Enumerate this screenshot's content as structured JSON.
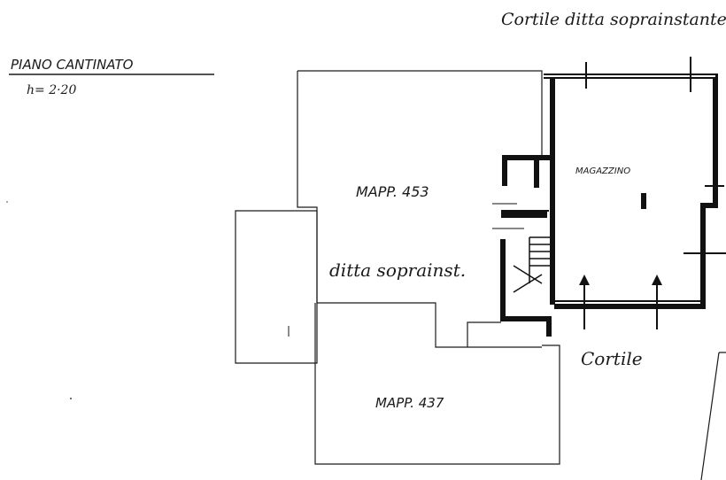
{
  "drawing": {
    "heading": "PIANO   CANTINATO",
    "height_note": "h= 2·20",
    "top_note": "Cortile ditta soprainstante",
    "room_magazzino": "MAGAZZINO",
    "mapp_453": "MAPP. 453",
    "mapp_437": "MAPP. 437",
    "owner_note": "ditta soprainst.",
    "cortile": "Cortile"
  },
  "colors": {
    "ink": "#1a1a1a",
    "paper": "#ffffff"
  }
}
